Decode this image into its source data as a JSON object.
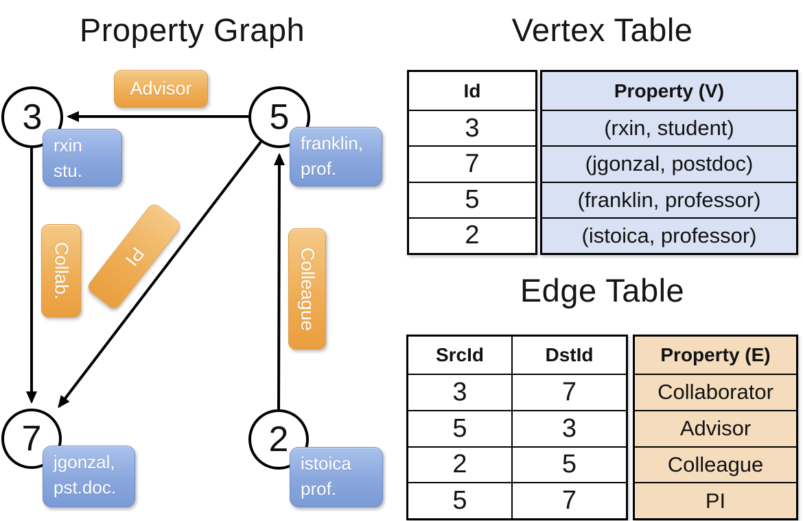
{
  "graph": {
    "title": "Property Graph",
    "nodes": [
      {
        "id": "3",
        "property_lines": [
          "rxin",
          "stu."
        ]
      },
      {
        "id": "5",
        "property_lines": [
          "franklin,",
          "prof."
        ]
      },
      {
        "id": "7",
        "property_lines": [
          "jgonzal,",
          "pst.doc."
        ]
      },
      {
        "id": "2",
        "property_lines": [
          "istoica",
          "prof."
        ]
      }
    ],
    "edge_labels": {
      "advisor": "Advisor",
      "collab": "Collab.",
      "pi": "PI",
      "colleague": "Colleague"
    },
    "edges": [
      {
        "from": "5",
        "to": "3",
        "label": "Advisor"
      },
      {
        "from": "3",
        "to": "7",
        "label": "Collab."
      },
      {
        "from": "5",
        "to": "7",
        "label": "PI"
      },
      {
        "from": "2",
        "to": "5",
        "label": "Colleague"
      }
    ]
  },
  "vertex_table": {
    "title": "Vertex Table",
    "headers": {
      "id": "Id",
      "property": "Property (V)"
    },
    "rows": [
      {
        "id": "3",
        "property": "(rxin, student)"
      },
      {
        "id": "7",
        "property": "(jgonzal, postdoc)"
      },
      {
        "id": "5",
        "property": "(franklin, professor)"
      },
      {
        "id": "2",
        "property": "(istoica, professor)"
      }
    ]
  },
  "edge_table": {
    "title": "Edge Table",
    "headers": {
      "src": "SrcId",
      "dst": "DstId",
      "property": "Property (E)"
    },
    "rows": [
      {
        "src": "3",
        "dst": "7",
        "property": "Collaborator"
      },
      {
        "src": "5",
        "dst": "3",
        "property": "Advisor"
      },
      {
        "src": "2",
        "dst": "5",
        "property": "Colleague"
      },
      {
        "src": "5",
        "dst": "7",
        "property": "PI"
      }
    ]
  },
  "colors": {
    "vertex_box_top": "#a9c2ec",
    "vertex_box_bottom": "#7b9bd6",
    "edge_box_top": "#f4c988",
    "edge_box_bottom": "#ea9e3e",
    "vertex_table_fill": "#d9e2f4",
    "edge_table_fill": "#f5dcbd",
    "line": "#000000",
    "background": "#ffffff"
  }
}
